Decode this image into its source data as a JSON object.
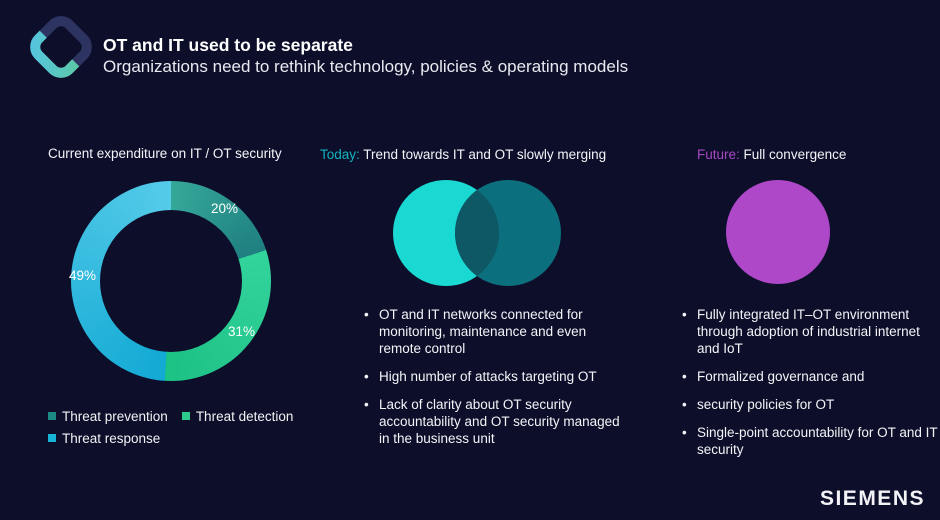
{
  "theme": {
    "bg": "#0d0f2a",
    "text": "#f2f2f5",
    "today_accent": "#10b4be",
    "future_accent": "#a847c2",
    "venn_left": "#19d9d2",
    "venn_right": "#0b6f7d",
    "venn_overlap": "#0e5765",
    "future_circle": "#ae47c8",
    "logo_dark": "#2e3462",
    "logo_cyan": "#56c5e0",
    "logo_green": "#5dc997",
    "legend_prevention": "#1e8a86",
    "legend_detection": "#2bc98c",
    "legend_response": "#18b4d8"
  },
  "header": {
    "title": "OT and IT used to be separate",
    "subtitle": "Organizations need to rethink technology, policies & operating models"
  },
  "chart_data": {
    "type": "donut",
    "title": "Current expenditure on IT / OT security",
    "categories": [
      "Threat prevention",
      "Threat detection",
      "Threat response"
    ],
    "values": [
      20,
      31,
      49
    ],
    "labels": [
      "20%",
      "31%",
      "49%"
    ],
    "colors": [
      "#2a9a8e",
      "#27cc90",
      "#1fb6dd"
    ],
    "segment_gradients": [
      [
        "#35a899",
        "#1f7f80"
      ],
      [
        "#33d49c",
        "#1cc184"
      ],
      [
        "#12a9d4",
        "#55cbe9"
      ]
    ],
    "start_angle_deg": 0,
    "legend_position": "bottom"
  },
  "middle": {
    "title_prefix": "Today:",
    "title_rest": "Trend towards IT and OT slowly merging",
    "bullets": [
      "OT and IT networks connected for monitoring, maintenance and even remote control",
      "High number of attacks targeting OT",
      "Lack of clarity about OT security accountability and OT security managed in the business unit"
    ]
  },
  "right": {
    "title_prefix": "Future:",
    "title_rest": "Full convergence",
    "bullets": [
      "Fully integrated IT–OT environment through adoption of industrial internet and IoT",
      "Formalized governance and",
      "security policies for OT",
      "Single-point accountability for OT and IT security"
    ]
  },
  "footer": {
    "brand": "SIEMENS"
  }
}
